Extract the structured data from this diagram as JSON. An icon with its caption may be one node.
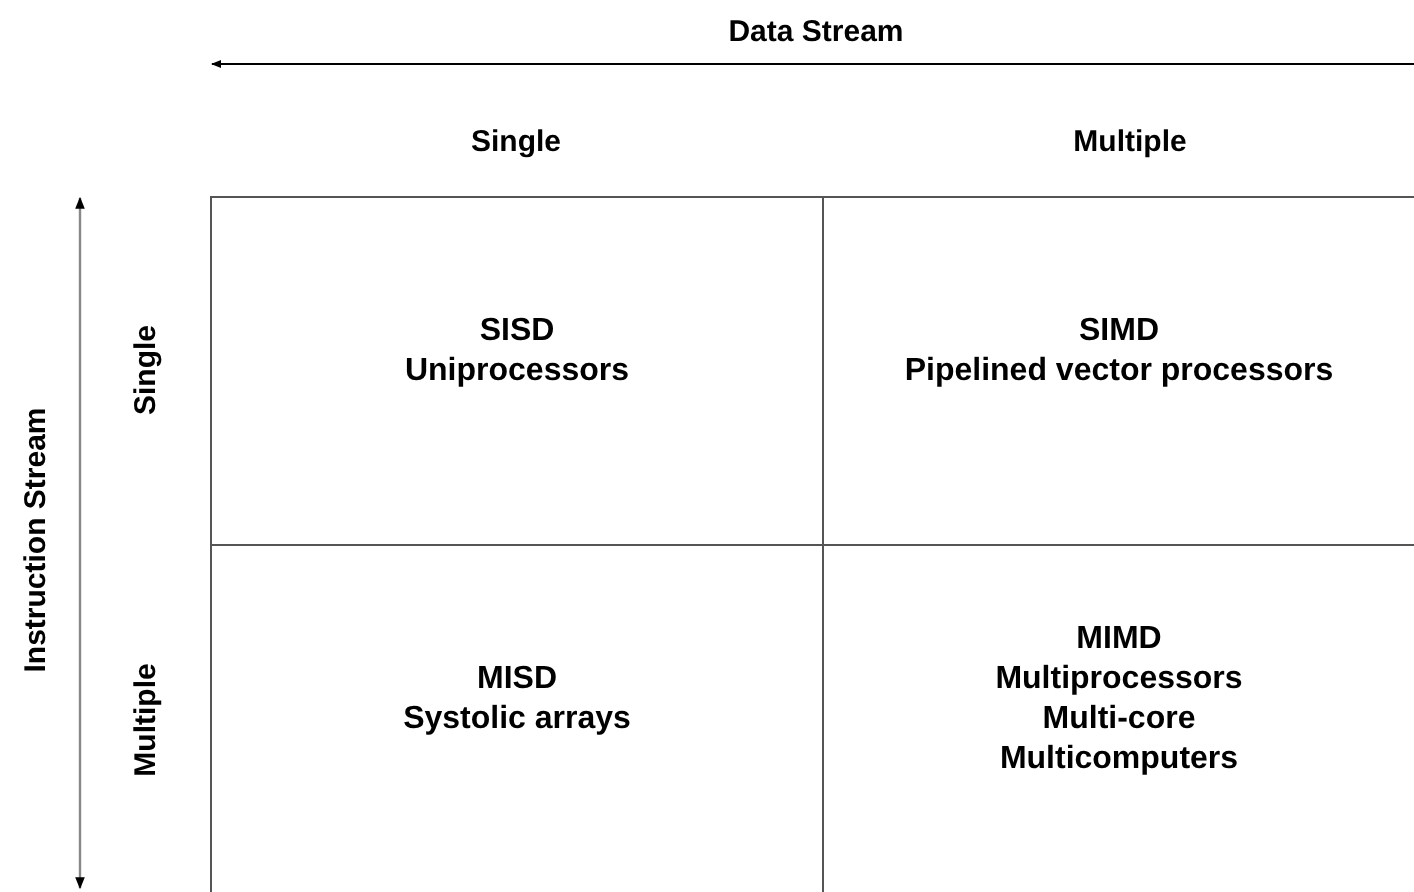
{
  "diagram": {
    "nodes": [
      {
        "text": [
          "SISD",
          "Uniprocessors"
        ]
      },
      {
        "text": [
          "SIMD",
          "Pipelined vector processors"
        ]
      },
      {
        "text": [
          "MISD",
          "Systolic arrays"
        ]
      },
      {
        "text": [
          "MIMD",
          "Multiprocessors",
          "Multi-core",
          "Multicomputers"
        ]
      }
    ],
    "edges": [],
    "labels": [
      "Data Stream",
      "Single",
      "Multiple",
      "Instruction Stream",
      "Single",
      "Multiple"
    ]
  }
}
